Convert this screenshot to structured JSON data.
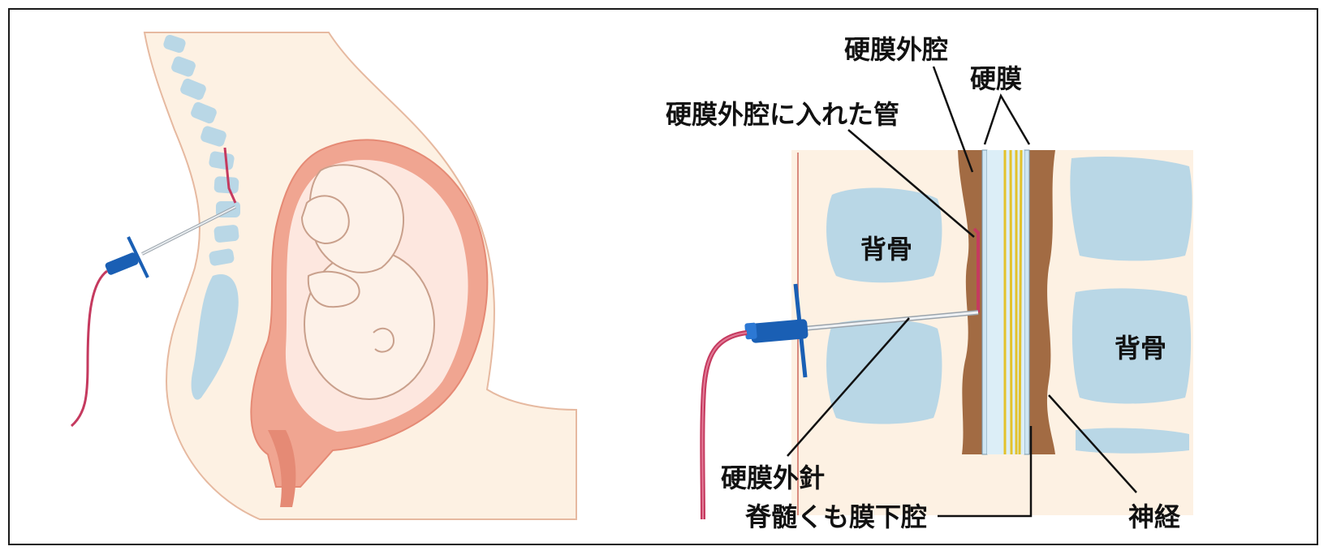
{
  "labels": {
    "epidural_space": "硬膜外腔",
    "dura": "硬膜",
    "epidural_catheter": "硬膜外腔に入れた管",
    "spine_left": "背骨",
    "spine_right": "背骨",
    "epidural_needle": "硬膜外針",
    "subarachnoid_space": "脊髄くも膜下腔",
    "nerve": "神経"
  },
  "colors": {
    "skin": "#fdf1e3",
    "skin_outline": "#e6b9a0",
    "uterus": "#f0a591",
    "uterus_dark": "#e58a75",
    "bone": "#b9d7e6",
    "ligament": "#a26b43",
    "dura_membrane": "#cfe6f2",
    "csf": "#e9f4fa",
    "nerve": "#e3c22b",
    "needle_hub": "#1a5fb4",
    "tube": "#c53a5f",
    "needle_shaft": "#d9dde2"
  }
}
